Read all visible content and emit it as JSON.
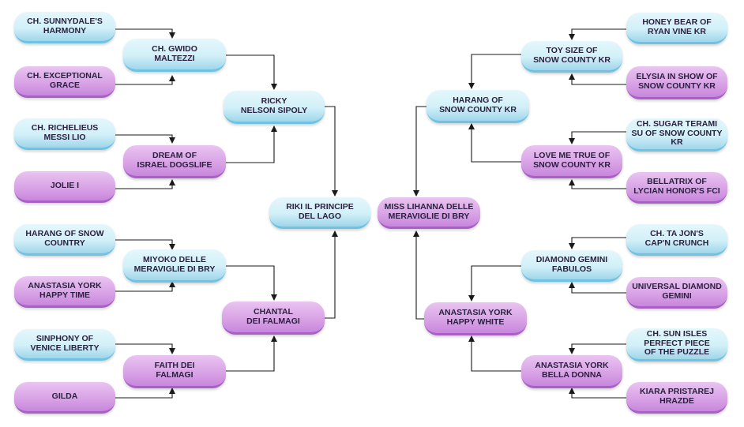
{
  "nodes": {
    "l_r1_1": "CH. SUNNYDALE'S\nHARMONY",
    "l_r1_2": "CH. EXCEPTIONAL\nGRACE",
    "l_r1_3": "CH. RICHELIEUS\nMESSI LIO",
    "l_r1_4": "JOLIE I",
    "l_r1_5": "HARANG OF SNOW\nCOUNTRY",
    "l_r1_6": "ANASTASIA YORK\nHAPPY TIME",
    "l_r1_7": "SINPHONY OF\nVENICE LIBERTY",
    "l_r1_8": "GILDA",
    "l_r2_1": "CH. GWIDO\nMALTEZZI",
    "l_r2_2": "DREAM OF\nISRAEL DOGSLIFE",
    "l_r2_3": "MIYOKO DELLE\nMERAVIGLIE DI BRY",
    "l_r2_4": "FAITH DEI\nFALMAGI",
    "l_r3_1": "RICKY\nNELSON SIPOLY",
    "l_r3_2": "CHANTAL\nDEI FALMAGI",
    "l_center": "RIKI IL PRINCIPE\nDEL LAGO",
    "r_center": "MISS LIHANNA DELLE\nMERAVIGLIE DI BRY",
    "r_r3_1": "HARANG OF\nSNOW COUNTY KR",
    "r_r3_2": "ANASTASIA YORK\nHAPPY WHITE",
    "r_r2_1": "TOY SIZE OF\nSNOW COUNTY KR",
    "r_r2_2": "LOVE ME TRUE OF\nSNOW COUNTY KR",
    "r_r2_3": "DIAMOND GEMINI\nFABULOS",
    "r_r2_4": "ANASTASIA YORK\nBELLA DONNA",
    "r_r1_1": "HONEY BEAR OF\nRYAN VINE KR",
    "r_r1_2": "ELYSIA IN SHOW OF\nSNOW COUNTY KR",
    "r_r1_3": "CH. SUGAR TERAMI\nSU OF SNOW COUNTY\nKR",
    "r_r1_4": "BELLATRIX OF\nLYCIAN HONOR'S FCI",
    "r_r1_5": "CH. TA JON'S\nCAP'N CRUNCH",
    "r_r1_6": "UNIVERSAL DIAMOND\nGEMINI",
    "r_r1_7": "CH. SUN ISLES\nPERFECT PIECE\nOF THE PUZZLE",
    "r_r1_8": "KIARA PRISTAREJ\nHRAZDE"
  },
  "colors": {
    "male_box": "#d2f0f8",
    "female_box": "#d9a4e6",
    "connector": "#1a1a1a"
  }
}
